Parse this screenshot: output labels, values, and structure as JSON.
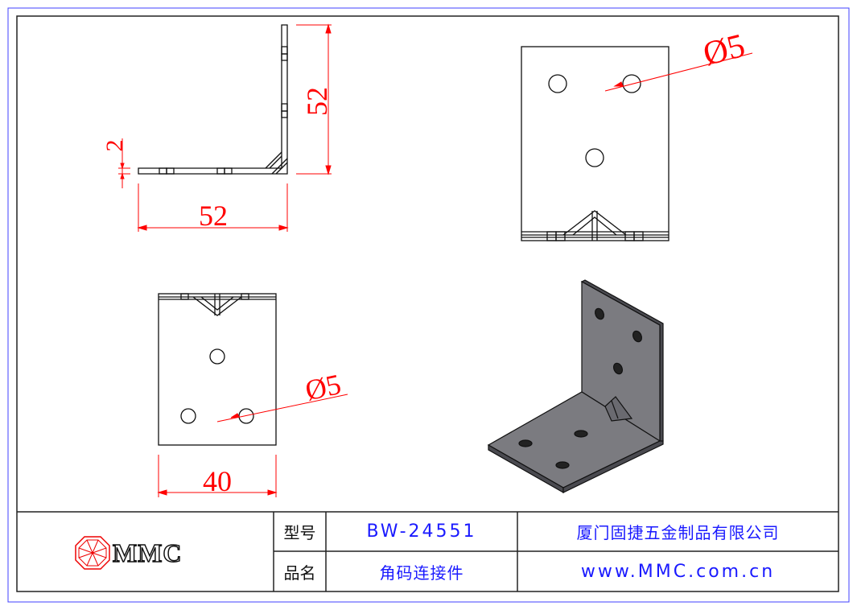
{
  "drawing": {
    "dimensions": {
      "side_height": "52",
      "side_width": "52",
      "thickness": "2",
      "hole_dia_front": "Ø5",
      "hole_dia_bottom": "Ø5",
      "bottom_width": "40"
    }
  },
  "title_block": {
    "logo_text": "MMC",
    "model_label": "型号",
    "model_value": "BW-24551",
    "name_label": "品名",
    "name_value": "角码连接件",
    "company": "厦门固捷五金制品有限公司",
    "website": "www.MMC.com.cn"
  },
  "colors": {
    "dimension": "#ff0000",
    "title_text": "#1a1aff",
    "part_fill": "#7b7b80"
  }
}
